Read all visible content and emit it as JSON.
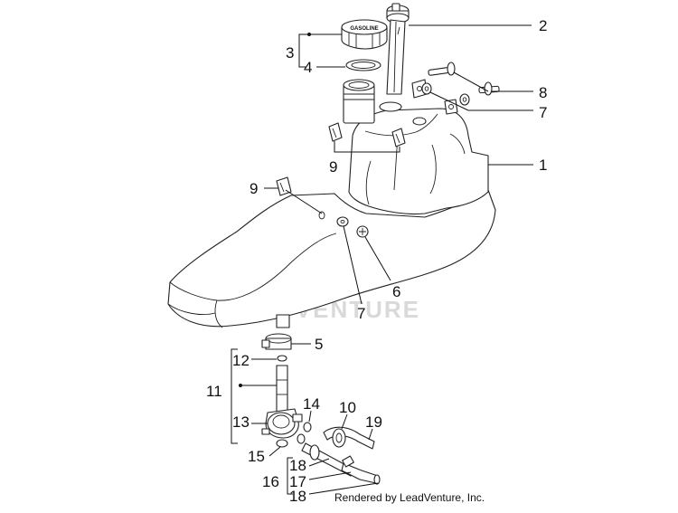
{
  "diagram": {
    "callouts": {
      "c1": "1",
      "c2": "2",
      "c3": "3",
      "c4": "4",
      "c5": "5",
      "c6": "6",
      "c7a": "7",
      "c7b": "7",
      "c8": "8",
      "c9a": "9",
      "c9b": "9",
      "c10": "10",
      "c11": "11",
      "c12": "12",
      "c13": "13",
      "c14": "14",
      "c15": "15",
      "c16": "16",
      "c17": "17",
      "c18a": "18",
      "c18b": "18",
      "c19": "19"
    },
    "cap_text": "GASOLINE",
    "watermark": "LEADVENTURE",
    "credit": "Rendered by LeadVenture, Inc."
  }
}
